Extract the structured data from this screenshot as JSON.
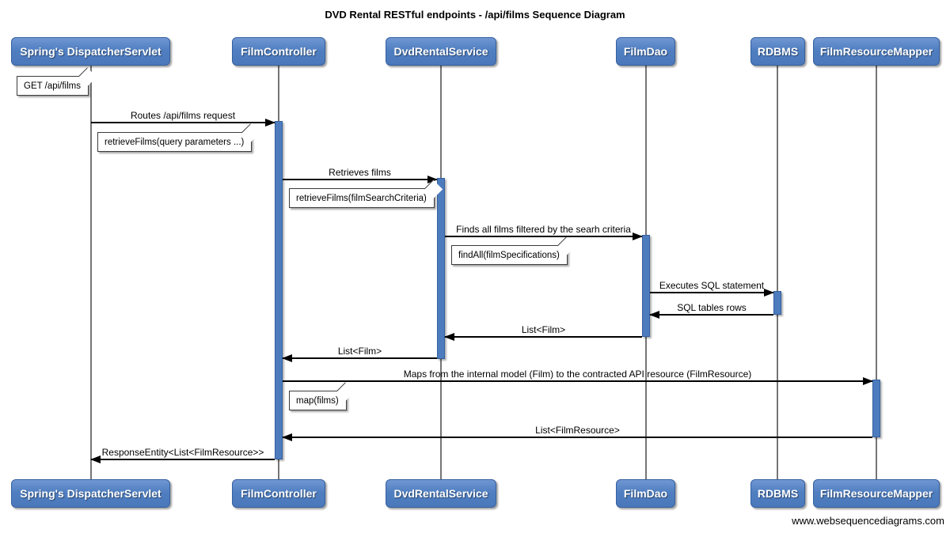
{
  "title": "DVD Rental RESTful endpoints - /api/films Sequence Diagram",
  "footer": "www.websequencediagrams.com",
  "actors": [
    {
      "name": "Spring's DispatcherServlet"
    },
    {
      "name": "FilmController"
    },
    {
      "name": "DvdRentalService"
    },
    {
      "name": "FilmDao"
    },
    {
      "name": "RDBMS"
    },
    {
      "name": "FilmResourceMapper"
    }
  ],
  "messages": [
    {
      "label": "Routes /api/films request",
      "from": "Spring's DispatcherServlet",
      "to": "FilmController"
    },
    {
      "label": "Retrieves films",
      "from": "FilmController",
      "to": "DvdRentalService"
    },
    {
      "label": "Finds all films filtered by the searh criteria",
      "from": "DvdRentalService",
      "to": "FilmDao"
    },
    {
      "label": "Executes SQL statement",
      "from": "FilmDao",
      "to": "RDBMS"
    },
    {
      "label": "SQL tables rows",
      "from": "RDBMS",
      "to": "FilmDao"
    },
    {
      "label": "List<Film>",
      "from": "FilmDao",
      "to": "DvdRentalService"
    },
    {
      "label": "List<Film>",
      "from": "DvdRentalService",
      "to": "FilmController"
    },
    {
      "label": "Maps from the internal model (Film) to the contracted API resource (FilmResource)",
      "from": "FilmController",
      "to": "FilmResourceMapper"
    },
    {
      "label": "List<FilmResource>",
      "from": "FilmResourceMapper",
      "to": "FilmController"
    },
    {
      "label": "ResponseEntity<List<FilmResource>>",
      "from": "FilmController",
      "to": "Spring's DispatcherServlet"
    }
  ],
  "notes": [
    {
      "text": "GET /api/films"
    },
    {
      "text": "retrieveFilms(query parameters ...)"
    },
    {
      "text": "retrieveFilms(filmSearchCriteria)"
    },
    {
      "text": "findAll(filmSpecifications)"
    },
    {
      "text": "map(films)"
    }
  ],
  "colors": {
    "actor_fill": "#4d7cbe",
    "actor_border": "#35609f",
    "activation_fill": "#4d7cbe",
    "lifeline": "#757575",
    "arrow": "#000000",
    "note_bg": "#fefefe",
    "note_border": "#3c3c3c"
  }
}
